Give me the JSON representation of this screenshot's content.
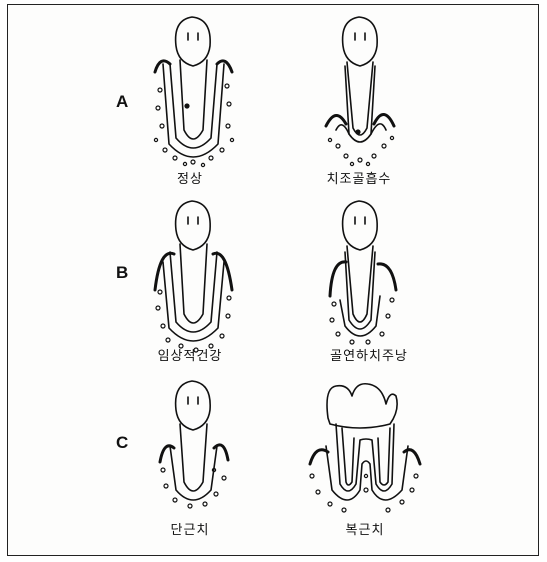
{
  "rows": [
    {
      "label": "A",
      "captions": [
        "정상",
        "치조골흡수"
      ]
    },
    {
      "label": "B",
      "captions": [
        "임상적건강",
        "골연하치주낭"
      ]
    },
    {
      "label": "C",
      "captions": [
        "단근치",
        "복근치"
      ]
    }
  ]
}
